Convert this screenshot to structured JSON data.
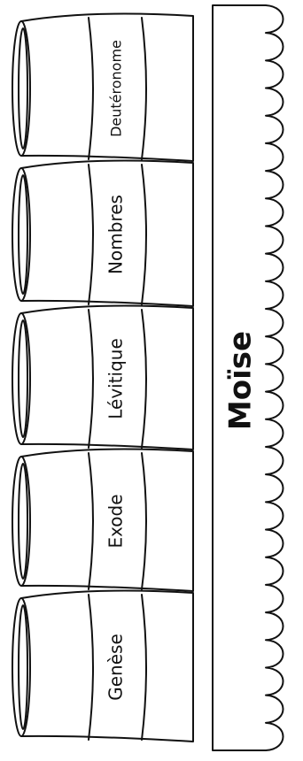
{
  "scrolls": [
    {
      "label": "Deutéronome"
    },
    {
      "label": "Nombres"
    },
    {
      "label": "Lévitique"
    },
    {
      "label": "Exode"
    },
    {
      "label": "Genèse"
    }
  ],
  "banner": {
    "label": "Moïse"
  },
  "colors": {
    "ink": "#111111",
    "paper": "#ffffff"
  }
}
